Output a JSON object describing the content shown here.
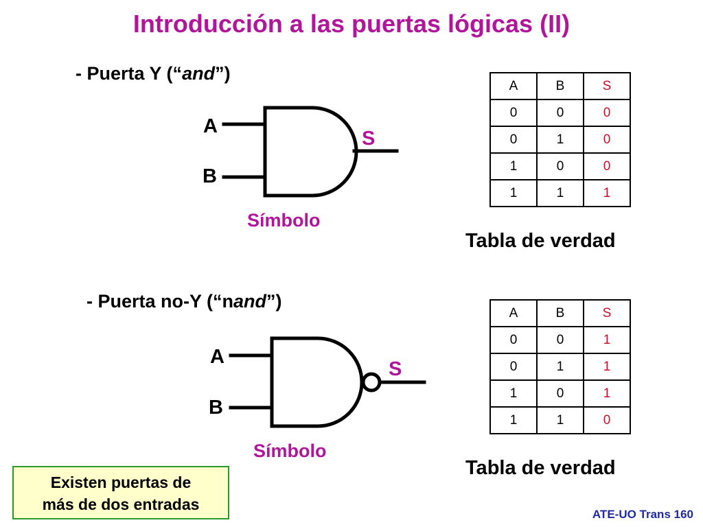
{
  "title": "Introducción a las puertas lógicas (II)",
  "and_section": {
    "heading_prefix": "- Puerta  Y (“",
    "heading_italic": "and",
    "heading_suffix": "”)",
    "input_a": "A",
    "input_b": "B",
    "output": "S",
    "symbol_caption": "Símbolo",
    "truth_table_caption": "Tabla de verdad",
    "truth_table": {
      "headers": [
        "A",
        "B",
        "S"
      ],
      "rows": [
        [
          "0",
          "0",
          "0"
        ],
        [
          "0",
          "1",
          "0"
        ],
        [
          "1",
          "0",
          "0"
        ],
        [
          "1",
          "1",
          "1"
        ]
      ]
    }
  },
  "nand_section": {
    "heading_prefix": "- Puerta  no-Y (“n",
    "heading_italic": "and",
    "heading_suffix": "”)",
    "input_a": "A",
    "input_b": "B",
    "output": "S",
    "symbol_caption": "Símbolo",
    "truth_table_caption": "Tabla de verdad",
    "truth_table": {
      "headers": [
        "A",
        "B",
        "S"
      ],
      "rows": [
        [
          "0",
          "0",
          "1"
        ],
        [
          "0",
          "1",
          "1"
        ],
        [
          "1",
          "0",
          "1"
        ],
        [
          "1",
          "1",
          "0"
        ]
      ]
    }
  },
  "note": {
    "line1": "Existen puertas de",
    "line2": "más de dos entradas"
  },
  "footer": "ATE-UO Trans 160",
  "colors": {
    "title": "#b0169a",
    "output_text": "#c8102e",
    "note_bg": "#ffffcc",
    "note_border": "#2a9a2a",
    "footer": "#1f2a9e"
  }
}
